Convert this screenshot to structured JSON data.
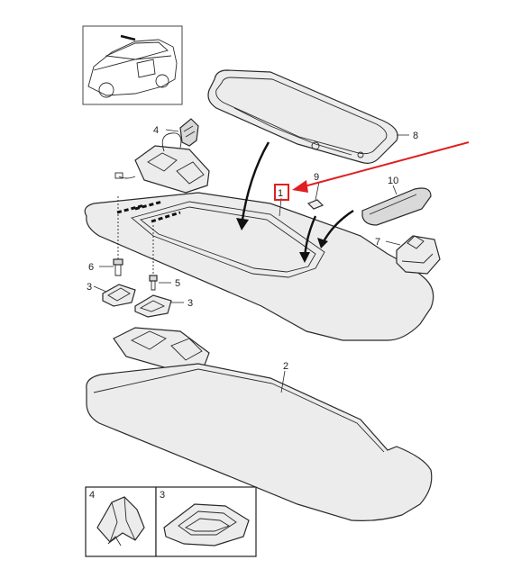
{
  "callouts": {
    "c1": "1",
    "c2": "2",
    "c3a": "3",
    "c3b": "3",
    "c4": "4",
    "c5": "5",
    "c6": "6",
    "c7": "7",
    "c8": "8",
    "c9": "9",
    "c10": "10"
  },
  "insets": {
    "left_label": "4",
    "right_label": "3"
  },
  "colors": {
    "highlight": "#e02020",
    "line": "#2a2a2a",
    "part_fill": "#ececec"
  },
  "icons": {
    "thumbnail": "car-thumbnail-icon",
    "pointer": "red-arrow-icon"
  }
}
